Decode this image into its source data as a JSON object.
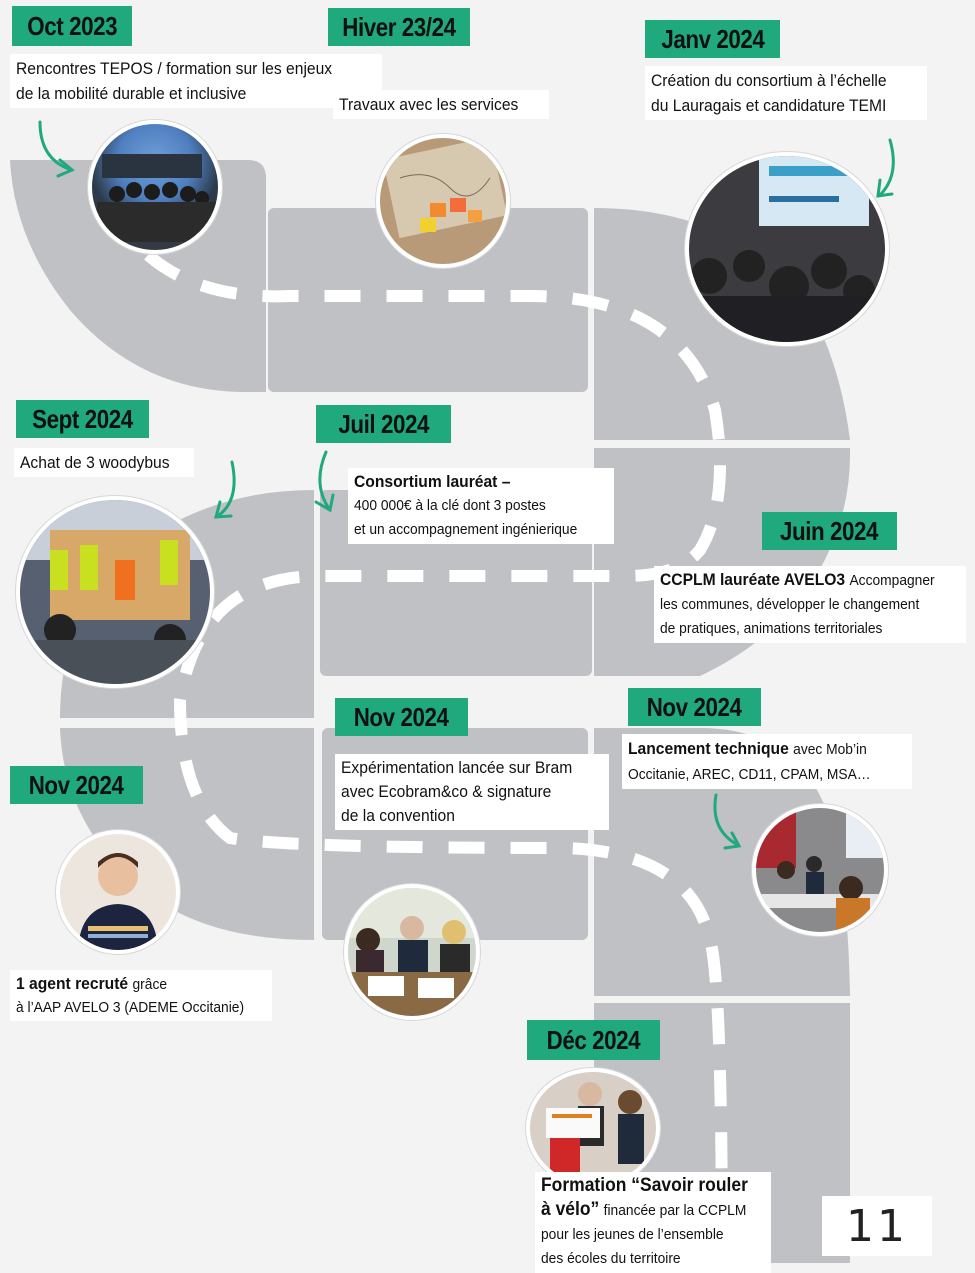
{
  "page": {
    "number": "11"
  },
  "colors": {
    "tag_green": "#1fa97c",
    "road": "#bfc1c4",
    "dash": "#ffffff",
    "arrow": "#1fa97c",
    "background": "#f3f3f3"
  },
  "milestones": [
    {
      "id": "oct2023",
      "date": "Oct 2023",
      "text": [
        "Rencontres TEPOS / formation sur les enjeux",
        "de la mobilité durable et inclusive"
      ],
      "photo": "group-photo-icon"
    },
    {
      "id": "hiver",
      "date": "Hiver 23/24",
      "text": [
        "Travaux avec les services"
      ],
      "photo": "map-workshop-icon"
    },
    {
      "id": "janv2024",
      "date": "Janv 2024",
      "text": [
        "Création du consortium à l’échelle",
        "du Lauragais et candidature TEMI"
      ],
      "photo": "presentation-photo-icon"
    },
    {
      "id": "sept2024",
      "date": "Sept 2024",
      "text": [
        "Achat de 3 woodybus"
      ],
      "photo": "woodybus-photo-icon"
    },
    {
      "id": "juil2024",
      "date": "Juil 2024",
      "title": "Consortium lauréat –",
      "text": [
        "400 000€ à la clé dont 3 postes",
        "et un accompagnement ingénierique"
      ]
    },
    {
      "id": "juin2024",
      "date": "Juin 2024",
      "title": "CCPLM lauréate AVELO3",
      "text": [
        "Accompagner",
        "les communes, développer le changement",
        "de pratiques, animations territoriales"
      ]
    },
    {
      "id": "nov2024a",
      "date": "Nov 2024",
      "text": [
        "Expérimentation lancée sur Bram",
        "avec Ecobram&co & signature",
        "de la convention"
      ],
      "photo": "signature-photo-icon"
    },
    {
      "id": "nov2024b",
      "date": "Nov 2024",
      "title": "Lancement technique",
      "text": [
        "avec Mob’in",
        "Occitanie, AREC, CD11, CPAM, MSA…"
      ],
      "photo": "meeting-photo-icon"
    },
    {
      "id": "nov2024c",
      "date": "Nov 2024",
      "title": "1 agent recruté",
      "text": [
        "grâce",
        "à l’AAP AVELO 3 (ADEME Occitanie)"
      ],
      "photo": "portrait-photo-icon"
    },
    {
      "id": "dec2024",
      "date": "Déc 2024",
      "title": [
        "Formation “Savoir rouler",
        "à vélo”"
      ],
      "text": [
        "financée par la CCPLM",
        "pour les jeunes de l’ensemble",
        "des écoles du territoire"
      ],
      "photo": "award-photo-icon"
    }
  ]
}
